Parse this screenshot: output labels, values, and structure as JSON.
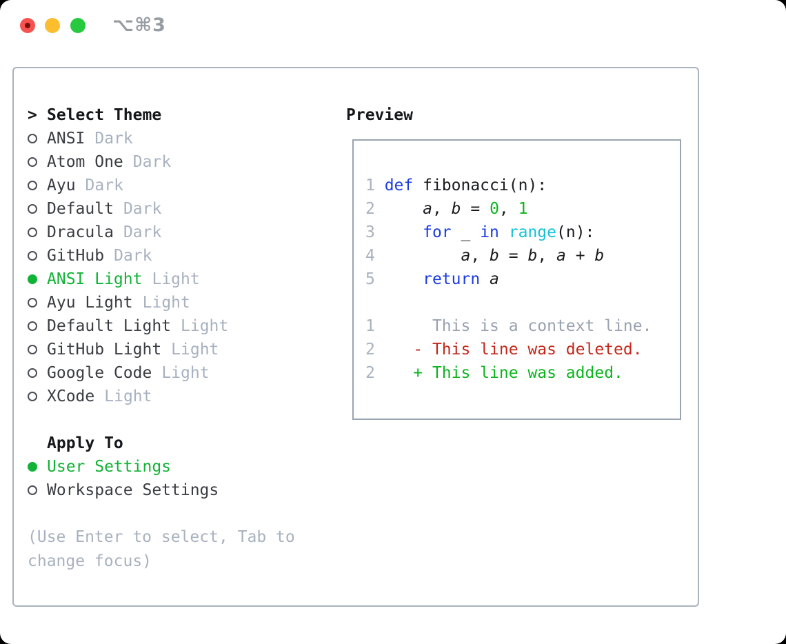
{
  "window": {
    "title": "⌥⌘3",
    "traffic_lights": [
      "close",
      "minimize",
      "zoom"
    ]
  },
  "theme_panel": {
    "cursor": ">",
    "title": "Select Theme",
    "themes": [
      {
        "name": "ANSI",
        "tag": "Dark",
        "selected": false
      },
      {
        "name": "Atom One",
        "tag": "Dark",
        "selected": false
      },
      {
        "name": "Ayu",
        "tag": "Dark",
        "selected": false
      },
      {
        "name": "Default",
        "tag": "Dark",
        "selected": false
      },
      {
        "name": "Dracula",
        "tag": "Dark",
        "selected": false
      },
      {
        "name": "GitHub",
        "tag": "Dark",
        "selected": false
      },
      {
        "name": "ANSI Light",
        "tag": "Light",
        "selected": true
      },
      {
        "name": "Ayu Light",
        "tag": "Light",
        "selected": false
      },
      {
        "name": "Default Light",
        "tag": "Light",
        "selected": false
      },
      {
        "name": "GitHub Light",
        "tag": "Light",
        "selected": false
      },
      {
        "name": "Google Code",
        "tag": "Light",
        "selected": false
      },
      {
        "name": "XCode",
        "tag": "Light",
        "selected": false
      }
    ],
    "apply_to": {
      "title": "Apply To",
      "options": [
        {
          "name": "User Settings",
          "selected": true
        },
        {
          "name": "Workspace Settings",
          "selected": false
        }
      ]
    },
    "hint": "(Use Enter to select, Tab to change focus)"
  },
  "preview": {
    "title": "Preview",
    "code_lines": [
      {
        "num": "1",
        "tokens": [
          [
            "kw",
            "def"
          ],
          [
            "plain",
            " fibonacci(n):"
          ]
        ]
      },
      {
        "num": "2",
        "tokens": [
          [
            "plain",
            "    "
          ],
          [
            "var",
            "a"
          ],
          [
            "plain",
            ", "
          ],
          [
            "var",
            "b"
          ],
          [
            "plain",
            " = "
          ],
          [
            "num",
            "0"
          ],
          [
            "plain",
            ", "
          ],
          [
            "num",
            "1"
          ]
        ]
      },
      {
        "num": "3",
        "tokens": [
          [
            "plain",
            "    "
          ],
          [
            "kw",
            "for"
          ],
          [
            "plain",
            " _ "
          ],
          [
            "kw",
            "in"
          ],
          [
            "plain",
            " "
          ],
          [
            "fn",
            "range"
          ],
          [
            "plain",
            "(n):"
          ]
        ]
      },
      {
        "num": "4",
        "tokens": [
          [
            "plain",
            "        "
          ],
          [
            "var",
            "a"
          ],
          [
            "plain",
            ", "
          ],
          [
            "var",
            "b"
          ],
          [
            "plain",
            " = "
          ],
          [
            "var",
            "b"
          ],
          [
            "plain",
            ", "
          ],
          [
            "var",
            "a"
          ],
          [
            "plain",
            " + "
          ],
          [
            "var",
            "b"
          ]
        ]
      },
      {
        "num": "5",
        "tokens": [
          [
            "plain",
            "    "
          ],
          [
            "kw",
            "return"
          ],
          [
            "plain",
            " "
          ],
          [
            "var",
            "a"
          ]
        ]
      }
    ],
    "diff_lines": [
      {
        "num": "1",
        "type": "context",
        "prefix": " ",
        "text": "This is a context line."
      },
      {
        "num": "2",
        "type": "deleted",
        "prefix": "-",
        "text": "This line was deleted."
      },
      {
        "num": "2",
        "type": "added",
        "prefix": "+",
        "text": "This line was added."
      }
    ]
  },
  "colors": {
    "accent_green": "#10b335",
    "kw_blue": "#1c3ce2",
    "fn_cyan": "#16c2d6",
    "num_green": "#0db41f",
    "deleted_red": "#c4271a",
    "context_gray": "#99a2b0",
    "line_number": "#a8b1bf",
    "muted": "#a8b1bf",
    "item_text": "#3a3c42",
    "strong_text": "#16171b",
    "code_text": "#1a1b1e",
    "panel_border": "#a9b2be",
    "preview_border": "#9aa3b0",
    "radio_border": "#4b4e57",
    "title_gray": "#979ca3",
    "traffic_red": "#f6524f",
    "traffic_red_dot": "#7b100a",
    "traffic_yellow": "#fcbd2f",
    "traffic_green": "#27c93f"
  }
}
